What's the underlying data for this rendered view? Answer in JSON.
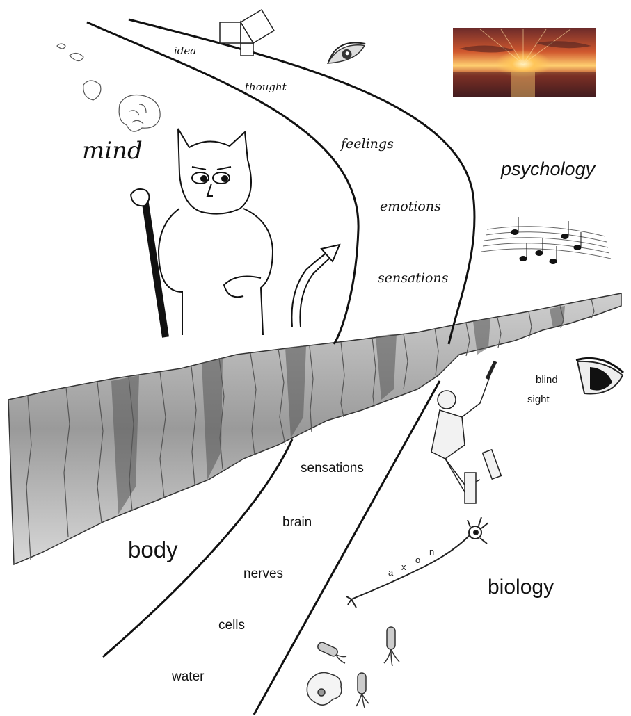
{
  "labels": {
    "mind": "mind",
    "idea": "idea",
    "thought": "thought",
    "feelings": "feelings",
    "emotions": "emotions",
    "sensations_top": "sensations",
    "psychology": "psychology",
    "blind": "blind",
    "sight": "sight",
    "sensations_bottom": "sensations",
    "brain": "brain",
    "body": "body",
    "nerves": "nerves",
    "biology": "biology",
    "cells": "cells",
    "water": "water",
    "axon_letters": [
      "a",
      "x",
      "o",
      "n"
    ]
  },
  "icons": {
    "pythagoras": "pythagorean-squares-icon",
    "eye_top": "eye-icon",
    "sunset": "sunset-photo",
    "brain": "brain-icon",
    "music": "music-staff-icon",
    "eye_right": "eye-icon",
    "cricketer": "cricketer-figure",
    "neuron": "neuron-icon",
    "bacteria": "bacteria-icon",
    "amoeba": "amoeba-icon",
    "devil": "devil-figure",
    "cliff": "cliff-drawing"
  },
  "colors": {
    "ink": "#111111",
    "sunset_sky": "#c0442a",
    "sunset_sun": "#ffd27a"
  }
}
